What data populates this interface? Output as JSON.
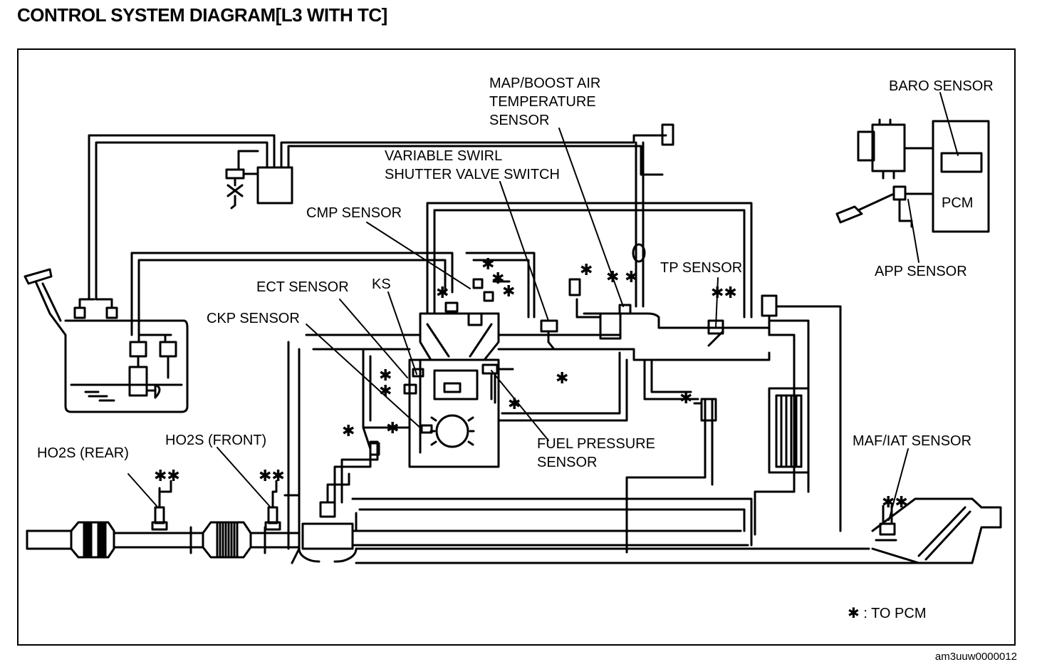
{
  "title": "CONTROL SYSTEM DIAGRAM[L3 WITH TC]",
  "labels": {
    "map_boost_1": "MAP/BOOST AIR",
    "map_boost_2": "TEMPERATURE",
    "map_boost_3": "SENSOR",
    "baro": "BARO SENSOR",
    "swirl_1": "VARIABLE SWIRL",
    "swirl_2": "SHUTTER VALVE SWITCH",
    "cmp": "CMP SENSOR",
    "pcm": "PCM",
    "ect": "ECT SENSOR",
    "ks": "KS",
    "tp": "TP SENSOR",
    "app": "APP SENSOR",
    "ckp": "CKP SENSOR",
    "fuel_pressure_1": "FUEL PRESSURE",
    "fuel_pressure_2": "SENSOR",
    "ho2s_front": "HO2S (FRONT)",
    "ho2s_rear": "HO2S (REAR)",
    "maf_iat": "MAF/IAT SENSOR",
    "legend": "✱ : TO PCM"
  },
  "image_code": "am3uuw0000012"
}
